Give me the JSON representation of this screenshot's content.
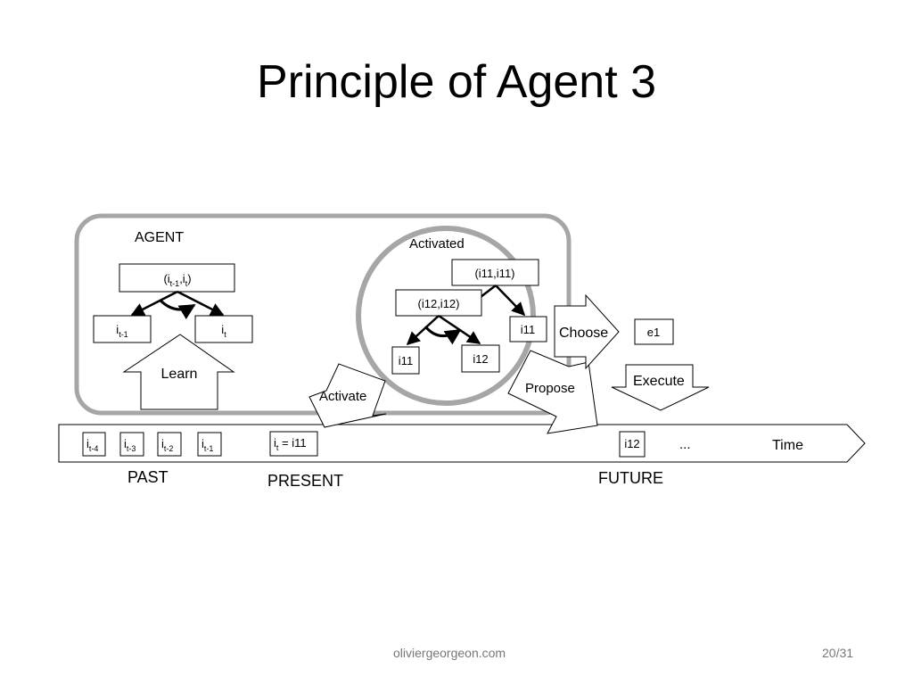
{
  "slide": {
    "title": "Principle of Agent 3",
    "footer_site": "oliviergeorgeon.com",
    "page_number": "20/31"
  },
  "agent": {
    "label": "AGENT",
    "pair_base": "(i",
    "pair_sub1": "t-1",
    "pair_mid": ",i",
    "pair_sub2": "t",
    "pair_end": ")",
    "left_base": "i",
    "left_sub": "t-1",
    "right_base": "i",
    "right_sub": "t",
    "learn": "Learn"
  },
  "activated": {
    "label": "Activated",
    "pair_a": "(i11,i11)",
    "pair_b": "(i12,i12)",
    "b_left": "i11",
    "b_right": "i12",
    "a_right": "i11"
  },
  "arrows": {
    "activate": "Activate",
    "propose": "Propose",
    "choose": "Choose",
    "execute": "Execute",
    "e1": "e1"
  },
  "timeline": {
    "items": [
      {
        "base": "i",
        "sub": "t-4"
      },
      {
        "base": "i",
        "sub": "t-3"
      },
      {
        "base": "i",
        "sub": "t-2"
      },
      {
        "base": "i",
        "sub": "t-1"
      }
    ],
    "present_base": "i",
    "present_sub": "t",
    "present_rest": " = i11",
    "future_item": "i12",
    "ellipsis": "...",
    "time": "Time",
    "past": "PAST",
    "present": "PRESENT",
    "future": "FUTURE"
  }
}
